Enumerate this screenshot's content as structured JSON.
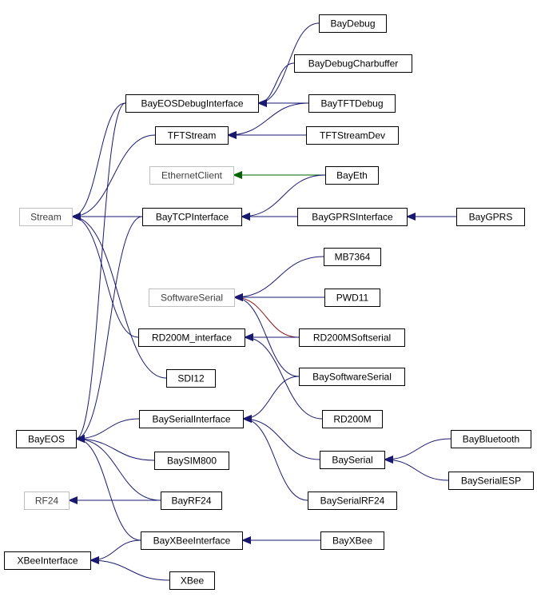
{
  "colors": {
    "inherit": "#191970",
    "external": "#006400",
    "private": "#8b1a1a",
    "node_border": "#000000",
    "external_border": "#bfbfbf"
  },
  "nodes": [
    {
      "id": "BayDebug",
      "label": "BayDebug"
    },
    {
      "id": "BayDebugCharbuffer",
      "label": "BayDebugCharbuffer"
    },
    {
      "id": "BayEOSDebugInterface",
      "label": "BayEOSDebugInterface"
    },
    {
      "id": "BayTFTDebug",
      "label": "BayTFTDebug"
    },
    {
      "id": "TFTStream",
      "label": "TFTStream"
    },
    {
      "id": "TFTStreamDev",
      "label": "TFTStreamDev"
    },
    {
      "id": "EthernetClient",
      "label": "EthernetClient",
      "external": true
    },
    {
      "id": "BayEth",
      "label": "BayEth"
    },
    {
      "id": "Stream",
      "label": "Stream",
      "external": true
    },
    {
      "id": "BayTCPInterface",
      "label": "BayTCPInterface"
    },
    {
      "id": "BayGPRSInterface",
      "label": "BayGPRSInterface"
    },
    {
      "id": "BayGPRS",
      "label": "BayGPRS"
    },
    {
      "id": "MB7364",
      "label": "MB7364"
    },
    {
      "id": "SoftwareSerial",
      "label": "SoftwareSerial",
      "external": true
    },
    {
      "id": "PWD11",
      "label": "PWD11"
    },
    {
      "id": "RD200M_interface",
      "label": "RD200M_interface"
    },
    {
      "id": "RD200MSoftserial",
      "label": "RD200MSoftserial"
    },
    {
      "id": "SDI12",
      "label": "SDI12"
    },
    {
      "id": "BaySoftwareSerial",
      "label": "BaySoftwareSerial"
    },
    {
      "id": "BayEOS",
      "label": "BayEOS"
    },
    {
      "id": "BaySerialInterface",
      "label": "BaySerialInterface"
    },
    {
      "id": "RD200M",
      "label": "RD200M"
    },
    {
      "id": "BayBluetooth",
      "label": "BayBluetooth"
    },
    {
      "id": "BaySIM800",
      "label": "BaySIM800"
    },
    {
      "id": "BaySerial",
      "label": "BaySerial"
    },
    {
      "id": "BaySerialESP",
      "label": "BaySerialESP"
    },
    {
      "id": "RF24",
      "label": "RF24",
      "external": true
    },
    {
      "id": "BayRF24",
      "label": "BayRF24"
    },
    {
      "id": "BaySerialRF24",
      "label": "BaySerialRF24"
    },
    {
      "id": "BayXBeeInterface",
      "label": "BayXBeeInterface"
    },
    {
      "id": "BayXBee",
      "label": "BayXBee"
    },
    {
      "id": "XBeeInterface",
      "label": "XBeeInterface"
    },
    {
      "id": "XBee",
      "label": "XBee"
    }
  ],
  "edges": [
    {
      "from": "BayDebug",
      "to": "BayEOSDebugInterface",
      "kind": "inherit"
    },
    {
      "from": "BayDebugCharbuffer",
      "to": "BayEOSDebugInterface",
      "kind": "inherit"
    },
    {
      "from": "BayTFTDebug",
      "to": "BayEOSDebugInterface",
      "kind": "inherit"
    },
    {
      "from": "BayTFTDebug",
      "to": "TFTStream",
      "kind": "inherit"
    },
    {
      "from": "TFTStreamDev",
      "to": "TFTStream",
      "kind": "inherit"
    },
    {
      "from": "BayEth",
      "to": "EthernetClient",
      "kind": "external"
    },
    {
      "from": "BayEth",
      "to": "BayTCPInterface",
      "kind": "inherit"
    },
    {
      "from": "BayEOSDebugInterface",
      "to": "Stream",
      "kind": "inherit"
    },
    {
      "from": "TFTStream",
      "to": "Stream",
      "kind": "inherit"
    },
    {
      "from": "BayTCPInterface",
      "to": "Stream",
      "kind": "inherit"
    },
    {
      "from": "RD200M_interface",
      "to": "Stream",
      "kind": "inherit"
    },
    {
      "from": "SDI12",
      "to": "Stream",
      "kind": "inherit"
    },
    {
      "from": "BayGPRSInterface",
      "to": "BayTCPInterface",
      "kind": "inherit"
    },
    {
      "from": "BayGPRS",
      "to": "BayGPRSInterface",
      "kind": "inherit"
    },
    {
      "from": "MB7364",
      "to": "SoftwareSerial",
      "kind": "inherit"
    },
    {
      "from": "PWD11",
      "to": "SoftwareSerial",
      "kind": "inherit"
    },
    {
      "from": "RD200MSoftserial",
      "to": "SoftwareSerial",
      "kind": "private"
    },
    {
      "from": "BaySoftwareSerial",
      "to": "SoftwareSerial",
      "kind": "inherit"
    },
    {
      "from": "RD200MSoftserial",
      "to": "RD200M_interface",
      "kind": "inherit"
    },
    {
      "from": "RD200M",
      "to": "RD200M_interface",
      "kind": "inherit"
    },
    {
      "from": "BaySoftwareSerial",
      "to": "BaySerialInterface",
      "kind": "inherit"
    },
    {
      "from": "BaySerial",
      "to": "BaySerialInterface",
      "kind": "inherit"
    },
    {
      "from": "BaySerialRF24",
      "to": "BaySerialInterface",
      "kind": "inherit"
    },
    {
      "from": "BayBluetooth",
      "to": "BaySerial",
      "kind": "inherit"
    },
    {
      "from": "BaySerialESP",
      "to": "BaySerial",
      "kind": "inherit"
    },
    {
      "from": "BaySerialInterface",
      "to": "BayEOS",
      "kind": "inherit"
    },
    {
      "from": "BaySIM800",
      "to": "BayEOS",
      "kind": "inherit"
    },
    {
      "from": "BayRF24",
      "to": "BayEOS",
      "kind": "inherit"
    },
    {
      "from": "BayXBeeInterface",
      "to": "BayEOS",
      "kind": "inherit"
    },
    {
      "from": "BayEOSDebugInterface",
      "to": "BayEOS",
      "kind": "inherit"
    },
    {
      "from": "BayTCPInterface",
      "to": "BayEOS",
      "kind": "inherit"
    },
    {
      "from": "BayRF24",
      "to": "RF24",
      "kind": "inherit"
    },
    {
      "from": "BayXBee",
      "to": "BayXBeeInterface",
      "kind": "inherit"
    },
    {
      "from": "BayXBeeInterface",
      "to": "XBeeInterface",
      "kind": "inherit"
    },
    {
      "from": "XBee",
      "to": "XBeeInterface",
      "kind": "inherit"
    }
  ]
}
